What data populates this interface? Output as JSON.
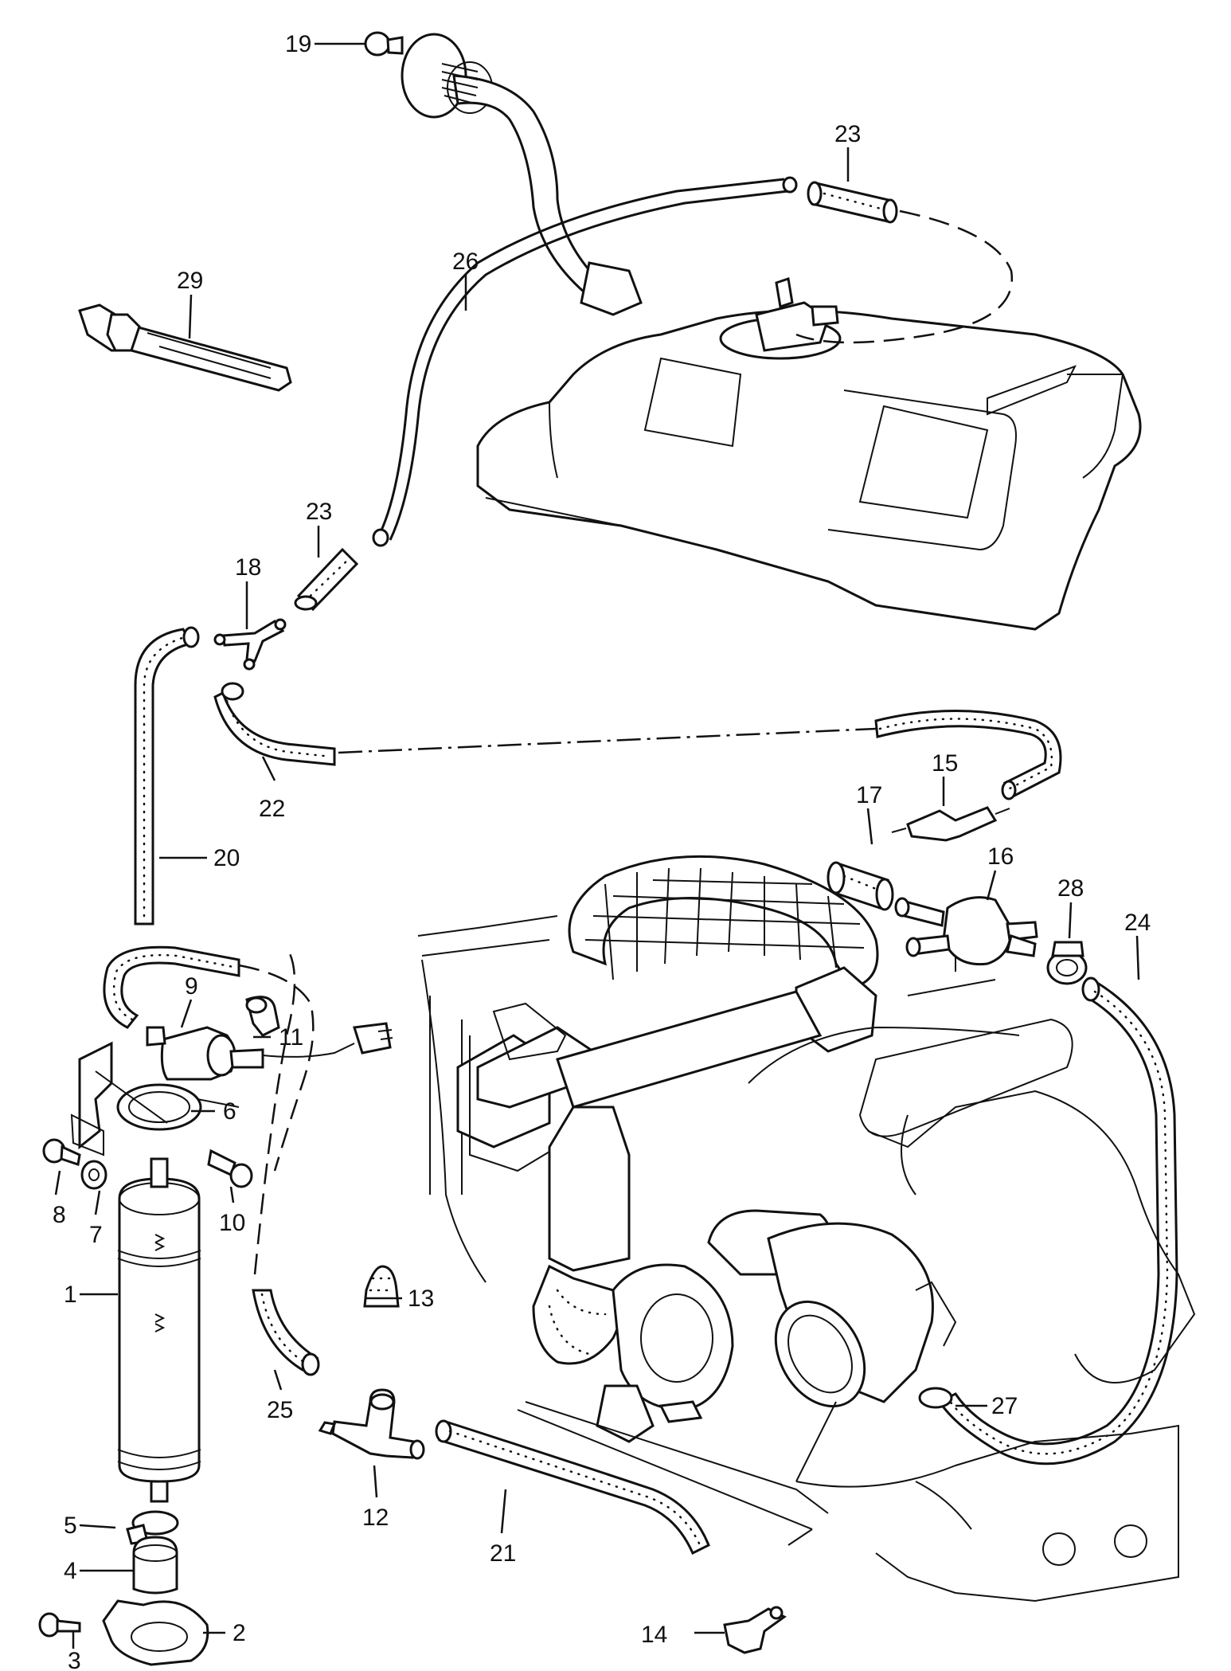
{
  "callouts": {
    "c1": "1",
    "c2": "2",
    "c3": "3",
    "c4": "4",
    "c5": "5",
    "c6": "6",
    "c7": "7",
    "c8": "8",
    "c9": "9",
    "c10": "10",
    "c11": "11",
    "c12": "12",
    "c13": "13",
    "c14": "14",
    "c15": "15",
    "c16": "16",
    "c17": "17",
    "c18": "18",
    "c19": "19",
    "c20": "20",
    "c21": "21",
    "c22": "22",
    "c23a": "23",
    "c23b": "23",
    "c24": "24",
    "c25": "25",
    "c26": "26",
    "c27": "27",
    "c28": "28",
    "c29": "29"
  },
  "icons": [
    "fuel-tank-icon",
    "engine-intake-icon",
    "fuel-filter-icon",
    "solenoid-valve-icon",
    "hose-icon",
    "cable-tie-icon"
  ]
}
